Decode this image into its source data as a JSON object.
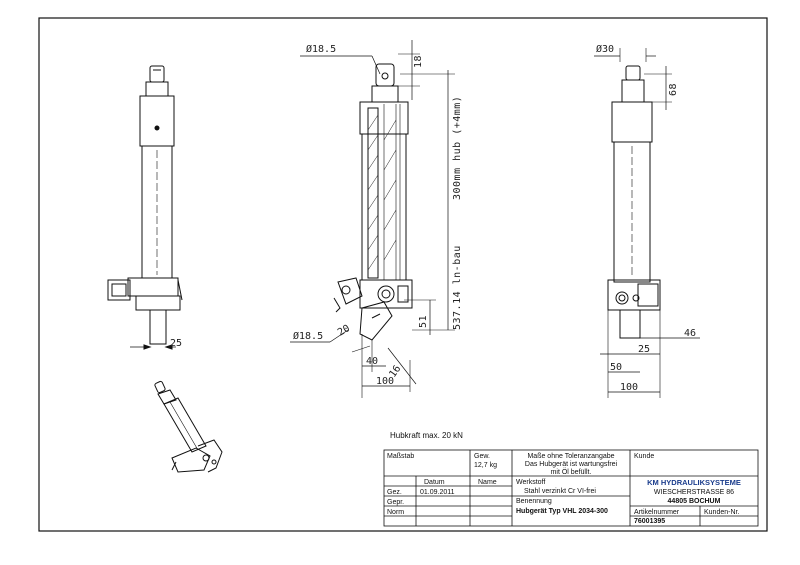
{
  "dimensions": {
    "d18_5_top": "Ø18.5",
    "d18_top": "18",
    "hub": "300mm hub (+4mm)",
    "einbau": "537.14 ln-bau",
    "d51": "51",
    "d18_5_bottom": "Ø18.5",
    "d20": "20",
    "d40": "40",
    "d16": "16",
    "d100_mid": "100",
    "d25_left": "25",
    "d30_right": "Ø30",
    "d68_right": "68",
    "d46_right": "46",
    "d25_right": "25",
    "d50_right": "50",
    "d100_right": "100"
  },
  "note": {
    "hubkraft": "Hubkraft max. 20 kN"
  },
  "title_block": {
    "massstab_label": "Maßstab",
    "gew_label": "Gew.",
    "gew_value": "12,7 kg",
    "toleranz_line1": "Maße ohne Toleranzangabe",
    "toleranz_line2": "Das Hubgerät ist wartungsfrei",
    "toleranz_line3": "mit Öl befüllt.",
    "kunde_label": "Kunde",
    "datum_label": "Datum",
    "name_label": "Name",
    "werkstoff_label": "Werkstoff",
    "werkstoff_value": "Stahl verzinkt Cr VI-frei",
    "gez_label": "Gez.",
    "gez_datum": "01.09.2011",
    "gepr_label": "Gepr.",
    "norm_label": "Norm",
    "benennung_label": "Benennung",
    "benennung_value": "Hubgerät Typ VHL 2034-300",
    "company_name": "KM HYDRAULIKSYSTEME",
    "company_street": "WIESCHERSTRASSE 86",
    "company_city": "44805 BOCHUM",
    "artikelnummer_label": "Artikelnummer",
    "kunden_nr_label": "Kunden-Nr.",
    "artikelnummer_value": "76001395"
  }
}
